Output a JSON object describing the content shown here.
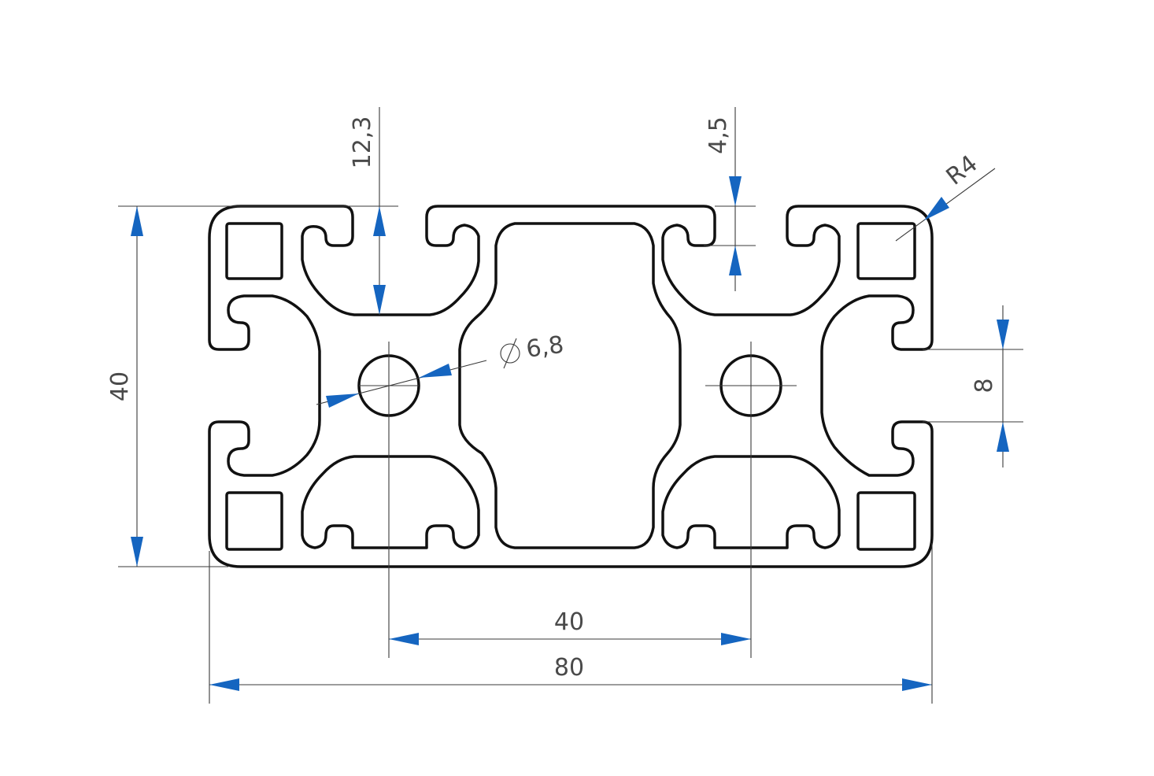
{
  "colors": {
    "outline": "#111111",
    "dimension_line": "#3a3a3a",
    "arrow": "#1565c0",
    "text": "#4a4a4a",
    "background": "#ffffff"
  },
  "dimensions": {
    "width_total": "80",
    "hole_spacing": "40",
    "height_total": "40",
    "slot_depth": "12,3",
    "wall_thickness": "4,5",
    "corner_radius": "R4",
    "slot_width": "8",
    "hole_diameter": "6,8",
    "diameter_symbol": "diameter-symbol"
  }
}
